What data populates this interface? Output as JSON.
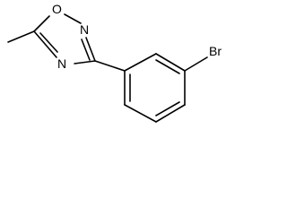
{
  "molecule": {
    "atoms": {
      "ring_oxygen": "O",
      "ring_nitrogen_top": "N",
      "ring_nitrogen_bottom": "N",
      "bromine": "Br"
    },
    "colors": {
      "bond": "#000000",
      "label": "#000000",
      "background": "#ffffff"
    }
  }
}
